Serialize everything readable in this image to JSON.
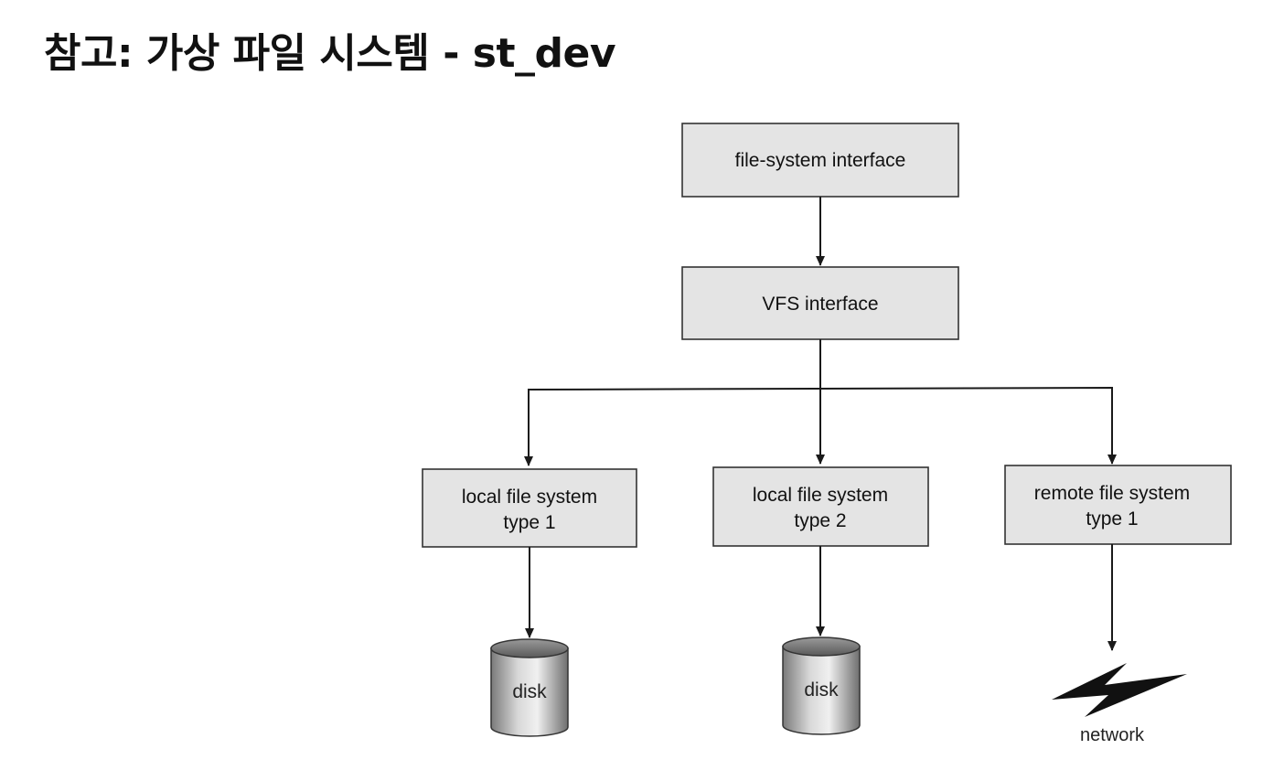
{
  "title": "참고: 가상 파일 시스템 - st_dev",
  "diagram": {
    "top_box": {
      "label": "file-system interface"
    },
    "vfs_box": {
      "label": "VFS interface"
    },
    "fs_boxes": [
      {
        "line1": "local file system",
        "line2": "type 1"
      },
      {
        "line1": "local file system",
        "line2": "type 2"
      },
      {
        "line1": "remote file system",
        "line2": "type 1"
      }
    ],
    "targets": [
      {
        "label": "disk",
        "icon": "disk-icon"
      },
      {
        "label": "disk",
        "icon": "disk-icon"
      },
      {
        "label": "network",
        "icon": "network-bolt-icon"
      }
    ]
  }
}
